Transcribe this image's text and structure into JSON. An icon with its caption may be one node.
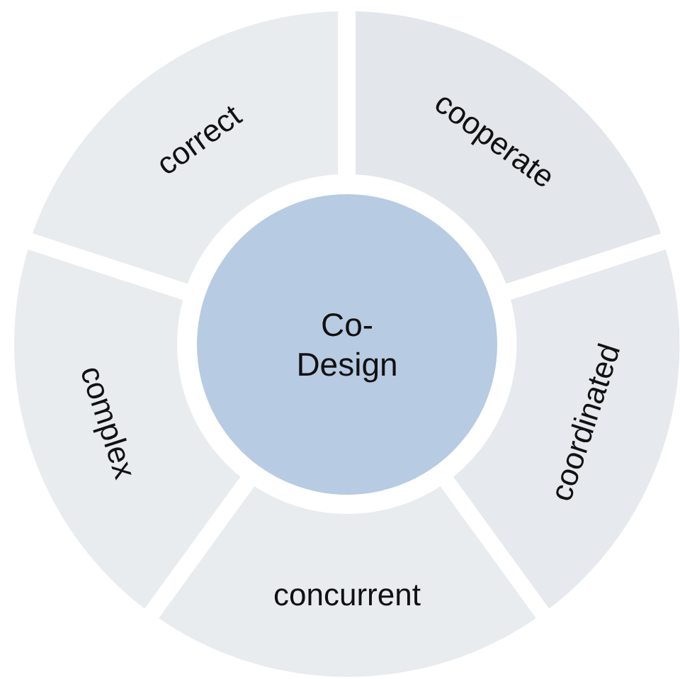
{
  "diagram": {
    "nodes": [
      {
        "text": [
          "correct"
        ]
      },
      {
        "text": [
          "cooperate"
        ]
      },
      {
        "text": [
          "Co- Design"
        ]
      },
      {
        "text": [
          "complex"
        ]
      },
      {
        "text": [
          "coordinated"
        ]
      },
      {
        "text": [
          "concurrent"
        ]
      }
    ]
  }
}
